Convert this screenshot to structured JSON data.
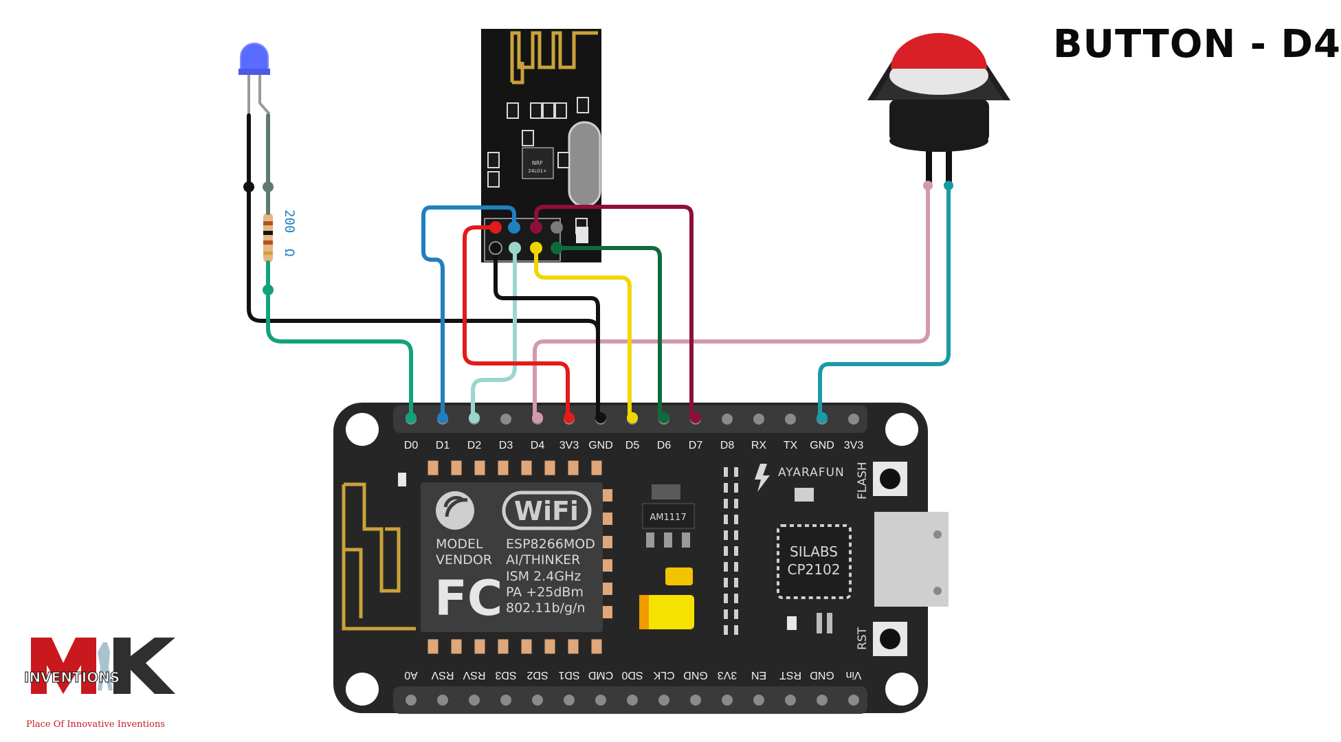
{
  "title": "BUTTON - D4",
  "resistor": {
    "value": "200",
    "unit": "Ω"
  },
  "board": {
    "top_pins": [
      "D0",
      "D1",
      "D2",
      "D3",
      "D4",
      "3V3",
      "GND",
      "D5",
      "D6",
      "D7",
      "D8",
      "RX",
      "TX",
      "GND",
      "3V3"
    ],
    "bottom_pins": [
      "A0",
      "RSV",
      "RSV",
      "SD3",
      "SD2",
      "SD1",
      "CMD",
      "SD0",
      "CLK",
      "GND",
      "3V3",
      "EN",
      "RST",
      "GND",
      "Vin"
    ],
    "module_lines": [
      "MODEL",
      "VENDOR"
    ],
    "module_specs": [
      "ESP8266MOD",
      "AI/THINKER",
      "ISM 2.4GHz",
      "PA +25dBm",
      "802.11b/g/n"
    ],
    "wifi_label": "WiFi",
    "fcc_label": "FC",
    "regulator": "AM1117",
    "brand": "AYARAFUN",
    "usb_chip": [
      "SILABS",
      "CP2102"
    ],
    "flash_label": "FLASH",
    "rst_label": "RST"
  },
  "radio_chip": [
    "NRF",
    "24L01+"
  ],
  "logo": {
    "main": "INVENTIONS",
    "tagline": "Place Of Innovative Inventions"
  },
  "colors": {
    "wire_green": "#12a27a",
    "wire_blue": "#1f7fc0",
    "wire_lightblue": "#9ad6d0",
    "wire_pink": "#d19aaa",
    "wire_red": "#e21b1b",
    "wire_black": "#111111",
    "wire_yellow": "#f2d600",
    "wire_darkgreen": "#0f6b3c",
    "wire_maroon": "#8e1038",
    "wire_teal": "#1b9aa5",
    "board": "#2b2b2b",
    "led": "#5a6bff",
    "button": "#d92027"
  }
}
